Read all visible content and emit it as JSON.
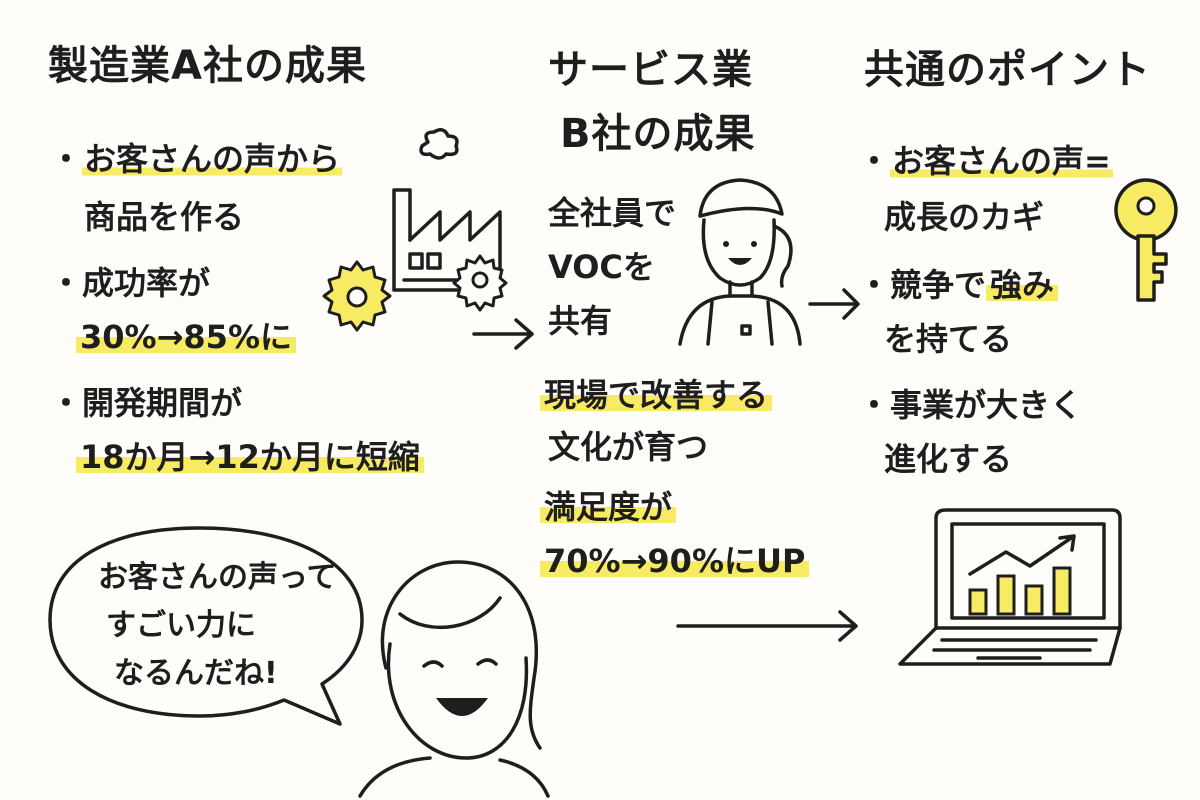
{
  "colors": {
    "ink": "#1e1e1e",
    "highlight": "#f7eb63",
    "paper": "#fffdf9"
  },
  "col_a": {
    "heading": "製造業A社の成果",
    "item1_line1": "お客さんの声から",
    "item1_line2": "商品を作る",
    "item2_line1": "成功率が",
    "item2_line2": "30%→85%に",
    "item3_line1": "開発期間が",
    "item3_line2": "18か月→12か月に短縮",
    "bullet": "・"
  },
  "col_b": {
    "heading_line1": "サービス業",
    "heading_line2": "B社の成果",
    "item1_line1": "全社員で",
    "item1_line2": "VOCを",
    "item1_line3": "共有",
    "item2_line1": "現場で改善する",
    "item2_line2": "文化が育つ",
    "item3_line1": "満足度が",
    "item3_line2": "70%→90%にUP"
  },
  "col_c": {
    "heading": "共通のポイント",
    "item1_line1": "お客さんの声=",
    "item1_line2": "成長のカギ",
    "item2_line1_a": "競争で",
    "item2_line1_b": "強み",
    "item2_line2": "を持てる",
    "item3_line1": "事業が大きく",
    "item3_line2": "進化する",
    "bullet": "・"
  },
  "speech": {
    "line1": "お客さんの声って",
    "line2": "すごい力に",
    "line3": "なるんだね!"
  },
  "icons": [
    "factory-icon",
    "gear-icon",
    "worker-icon",
    "key-icon",
    "laptop-chart-icon",
    "arrow-icon",
    "person-icon"
  ]
}
